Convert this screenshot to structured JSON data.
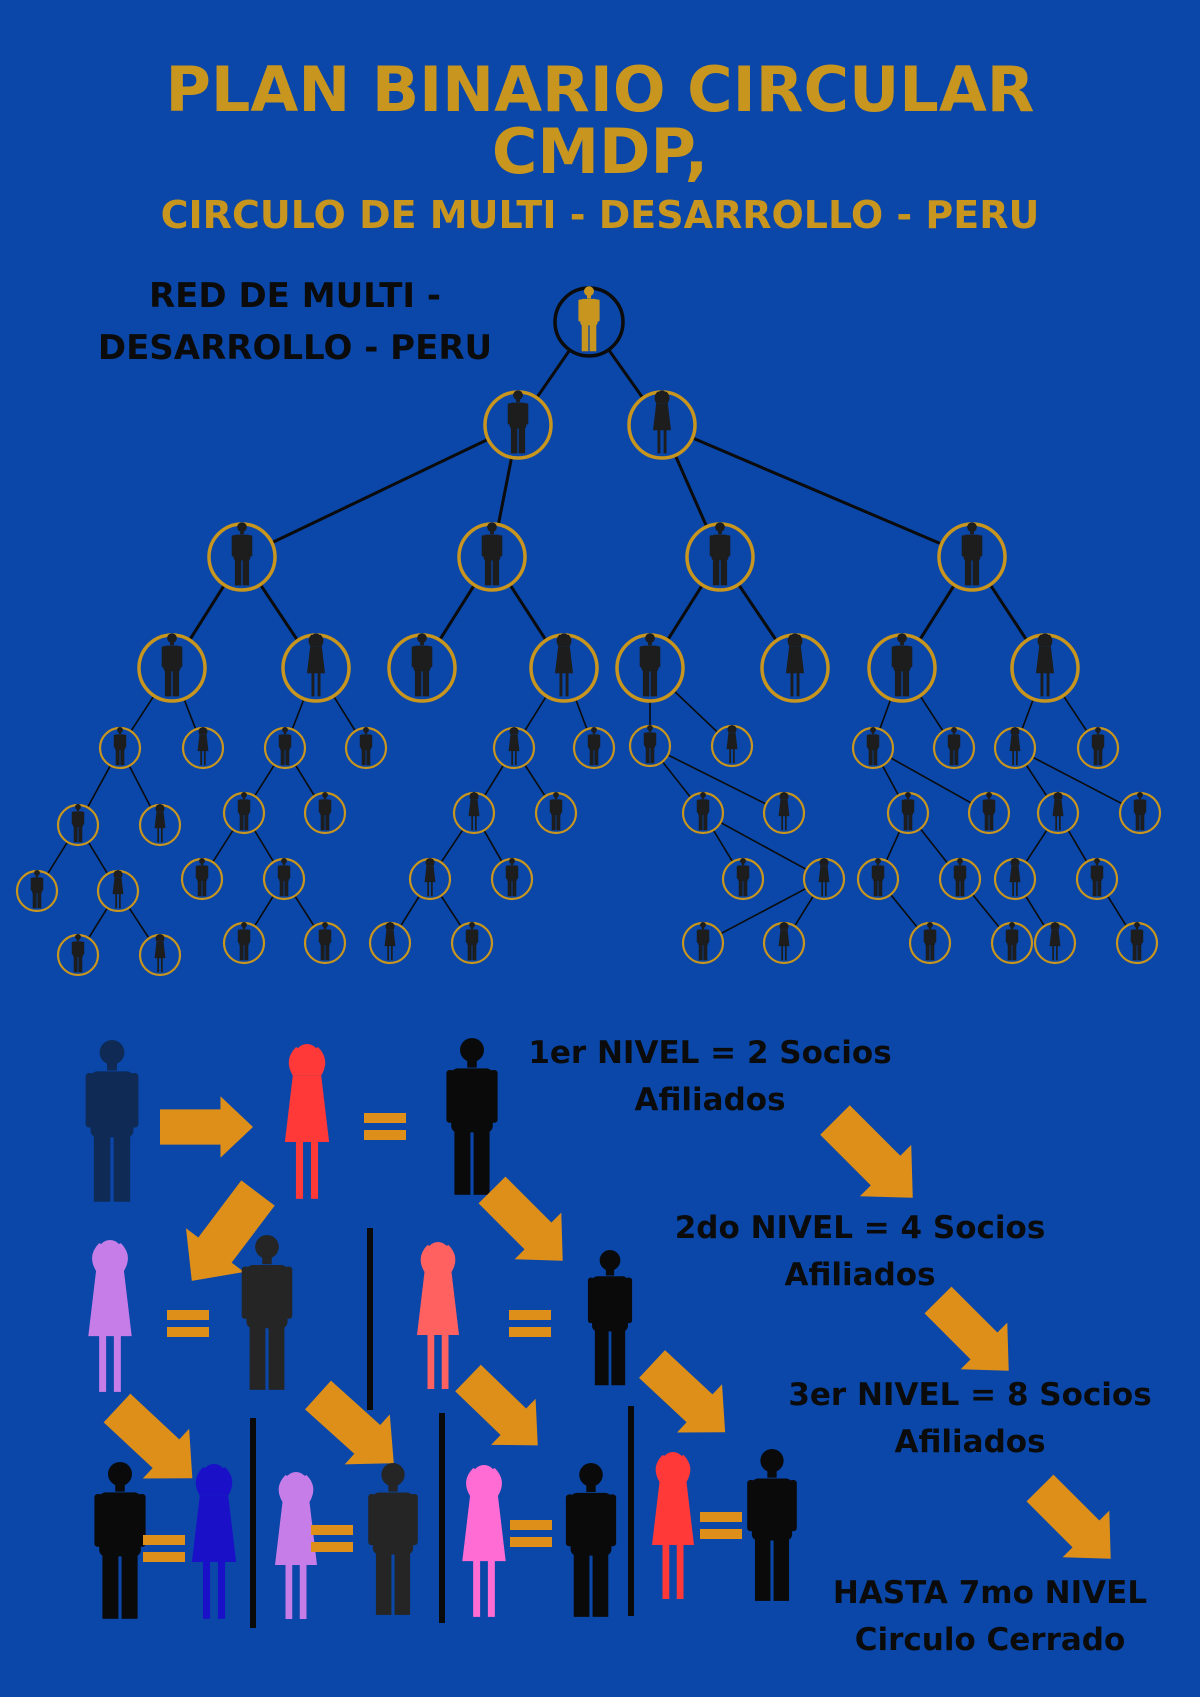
{
  "header": {
    "title_line1": "PLAN BINARIO CIRCULAR",
    "title_line2": "CMDP,",
    "subtitle": "CIRCULO DE MULTI - DESARROLLO - PERU"
  },
  "network_label": {
    "line1": "RED DE MULTI -",
    "line2": "DESARROLLO - PERU"
  },
  "levels": [
    {
      "line1": "1er NIVEL = 2 Socios",
      "line2": "Afiliados"
    },
    {
      "line1": "2do NIVEL = 4 Socios",
      "line2": "Afiliados"
    },
    {
      "line1": "3er NIVEL = 8 Socios",
      "line2": "Afiliados"
    },
    {
      "line1": "HASTA 7mo NIVEL",
      "line2": "Circulo Cerrado"
    }
  ],
  "colors": {
    "background": "#0a47a8",
    "gold": "#c8951e",
    "arrow": "#dd8f1a",
    "silhouette": "#1d1d1d"
  },
  "icons": [
    "person-icon",
    "arrow-right-icon",
    "arrow-down-icon",
    "equals-icon"
  ]
}
